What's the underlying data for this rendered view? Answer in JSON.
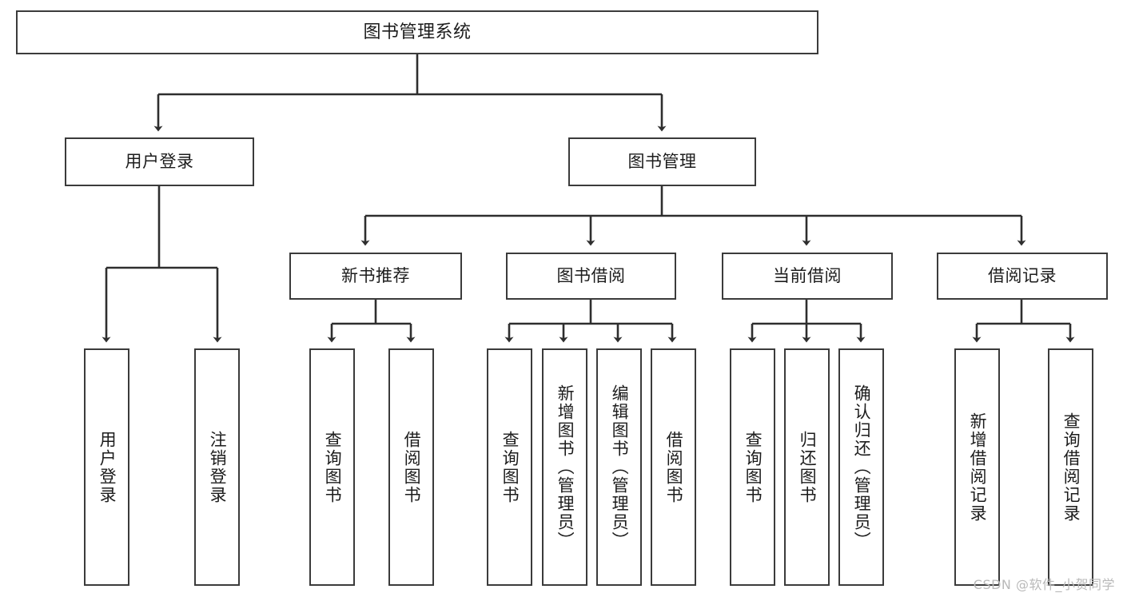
{
  "diagram": {
    "title": "图书管理系统",
    "type": "tree-hierarchy",
    "watermark": "CSDN @软件_小贺同学",
    "colors": {
      "background": "#ffffff",
      "box_border": "#3b3b3b",
      "box_fill": "#ffffff",
      "connector": "#2e2e2e",
      "text": "#1c1c1c",
      "watermark": "#b9b9b9"
    }
  },
  "nodes": {
    "root": {
      "label": "图书管理系统"
    },
    "level2": [
      {
        "id": "user-login",
        "label": "用户登录"
      },
      {
        "id": "book-manage",
        "label": "图书管理"
      }
    ],
    "level3": [
      {
        "id": "new-book-recommend",
        "label": "新书推荐"
      },
      {
        "id": "book-borrow",
        "label": "图书借阅"
      },
      {
        "id": "current-borrow",
        "label": "当前借阅"
      },
      {
        "id": "borrow-record",
        "label": "借阅记录"
      }
    ],
    "leaves": {
      "user-login": [
        {
          "id": "leaf-user-login",
          "label": "用户登录"
        },
        {
          "id": "leaf-user-logout",
          "label": "注销登录"
        }
      ],
      "new-book-recommend": [
        {
          "id": "leaf-query-book-1",
          "label": "查询图书"
        },
        {
          "id": "leaf-borrow-book-1",
          "label": "借阅图书"
        }
      ],
      "book-borrow": [
        {
          "id": "leaf-query-book-2",
          "label": "查询图书"
        },
        {
          "id": "leaf-add-book",
          "label": "新增图书（管理员）"
        },
        {
          "id": "leaf-edit-book",
          "label": "编辑图书（管理员）"
        },
        {
          "id": "leaf-borrow-book-2",
          "label": "借阅图书"
        }
      ],
      "current-borrow": [
        {
          "id": "leaf-query-book-3",
          "label": "查询图书"
        },
        {
          "id": "leaf-return-book",
          "label": "归还图书"
        },
        {
          "id": "leaf-confirm-return",
          "label": "确认归还（管理员）"
        }
      ],
      "borrow-record": [
        {
          "id": "leaf-add-record",
          "label": "新增借阅记录"
        },
        {
          "id": "leaf-query-record",
          "label": "查询借阅记录"
        }
      ]
    }
  }
}
